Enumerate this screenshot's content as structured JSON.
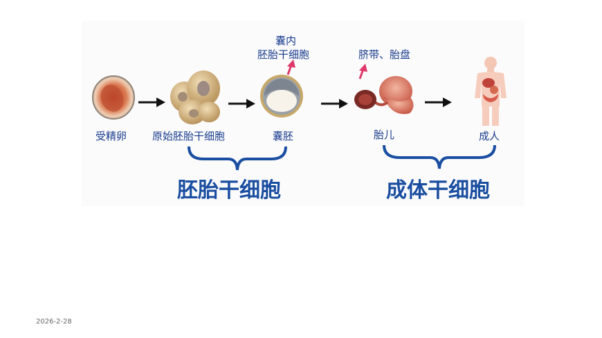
{
  "stages": [
    {
      "label": "受精卵",
      "icon": "fertilized-egg-icon"
    },
    {
      "label": "原始胚胎干细胞",
      "icon": "cell-cluster-icon"
    },
    {
      "label": "囊胚",
      "icon": "blastocyst-icon"
    },
    {
      "label": "胎儿",
      "icon": "fetus-icon"
    },
    {
      "label": "成人",
      "icon": "human-body-icon"
    }
  ],
  "callouts": {
    "inner_mass_line1": "囊内",
    "inner_mass_line2": "胚胎干细胞",
    "umbilical": "脐带、胎盘"
  },
  "groups": {
    "embryonic": "胚胎干细胞",
    "adult": "成体干细胞"
  },
  "footer": {
    "date": "2026-2-28"
  },
  "colors": {
    "text": "#1a3c8c",
    "group_text": "#1a4ea0",
    "callout_arrow": "#e0386a"
  }
}
